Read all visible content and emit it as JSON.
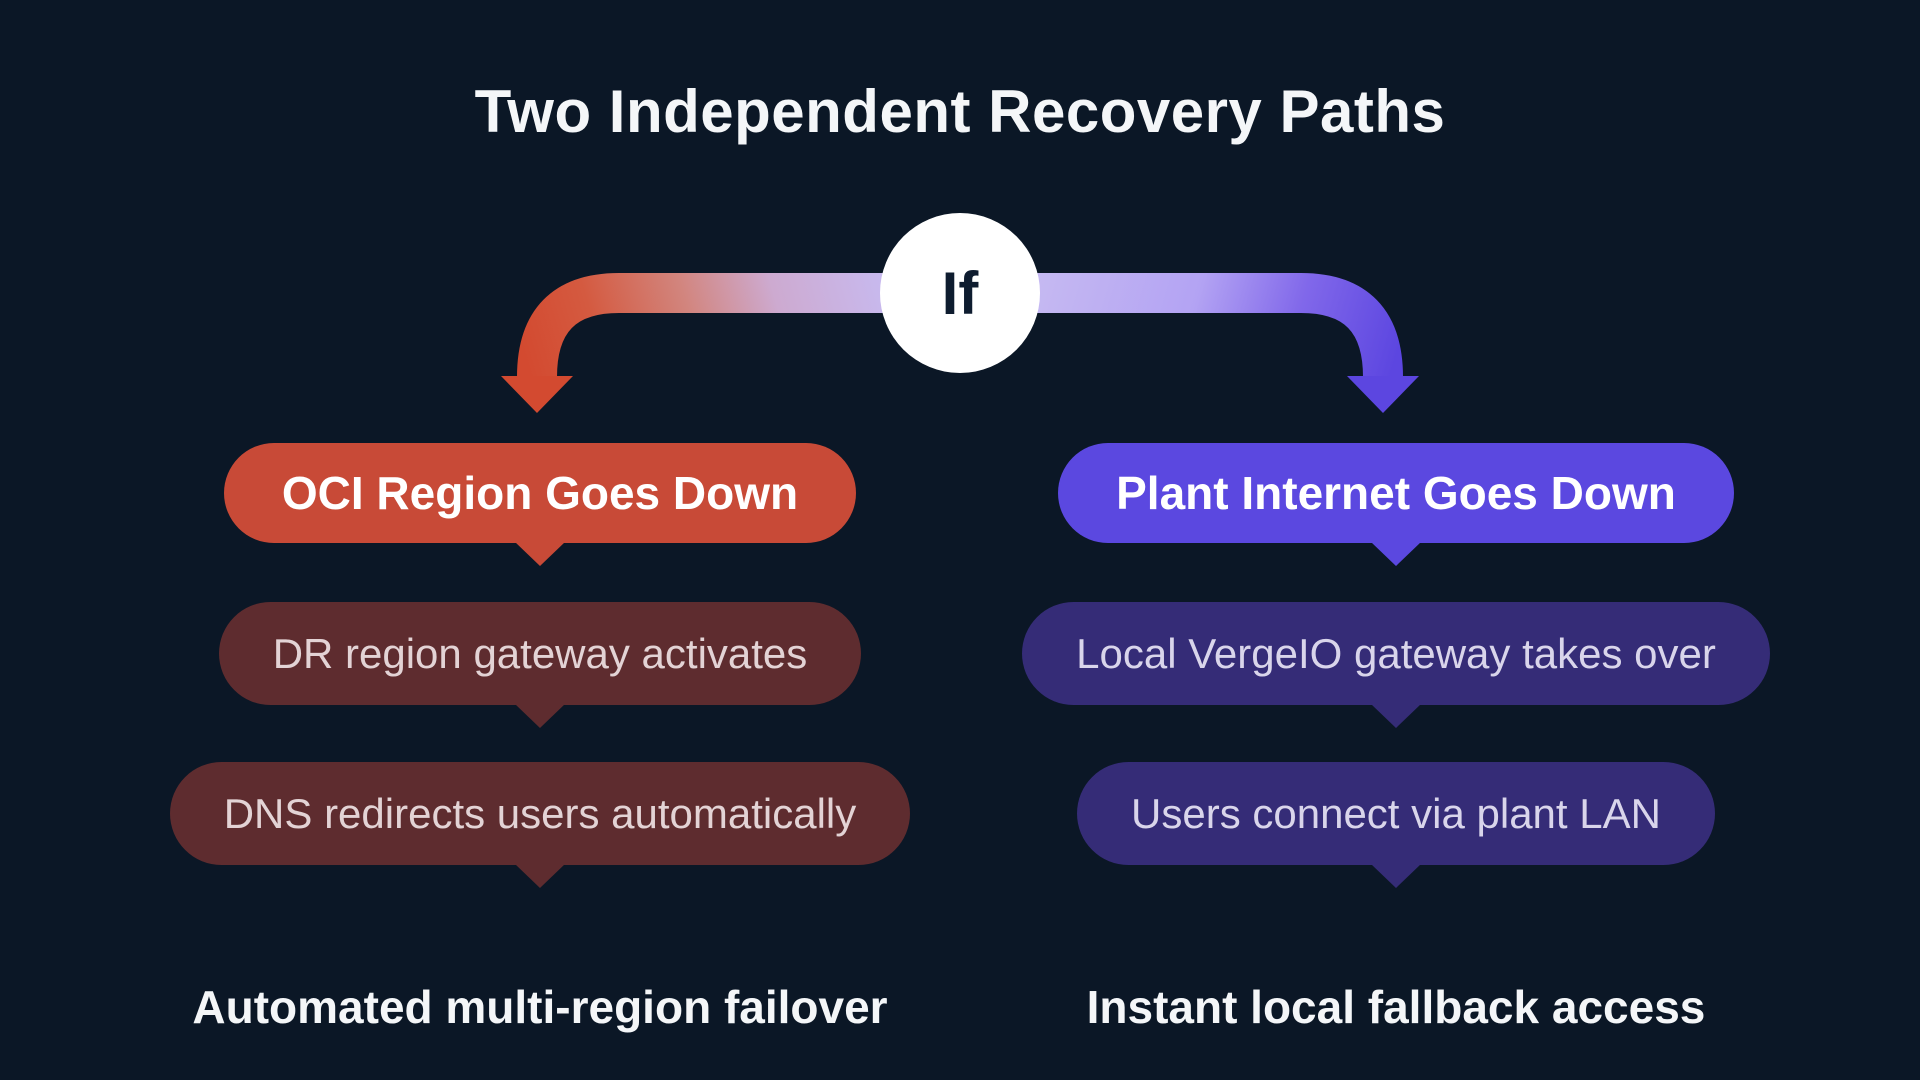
{
  "title": "Two Independent Recovery Paths",
  "connector": {
    "label": "If"
  },
  "colors": {
    "background": "#0b1726",
    "title_text": "#f4f6f8",
    "if_circle_bg": "#ffffff",
    "if_text": "#0e1c2f",
    "lavender_bar": "#c7bbf2",
    "left_arrow_tip": "#d34a30",
    "right_arrow_tip": "#5c46e0",
    "left_header_bg": "#c84a37",
    "left_step_bg": "#5e2c2f",
    "left_step_text": "#e3d3d5",
    "right_header_bg": "#5b48e0",
    "right_step_bg": "#352c77",
    "right_step_text": "#d9d5eb",
    "header_text": "#ffffff",
    "outcome_text": "#f4f6f8"
  },
  "paths": [
    {
      "id": "oci-region",
      "header": "OCI Region Goes Down",
      "steps": [
        "DR region gateway activates",
        "DNS redirects users automatically"
      ],
      "outcome": "Automated multi-region failover"
    },
    {
      "id": "plant-internet",
      "header": "Plant Internet Goes Down",
      "steps": [
        "Local VergeIO gateway takes over",
        "Users connect via plant LAN"
      ],
      "outcome": "Instant local fallback access"
    }
  ]
}
